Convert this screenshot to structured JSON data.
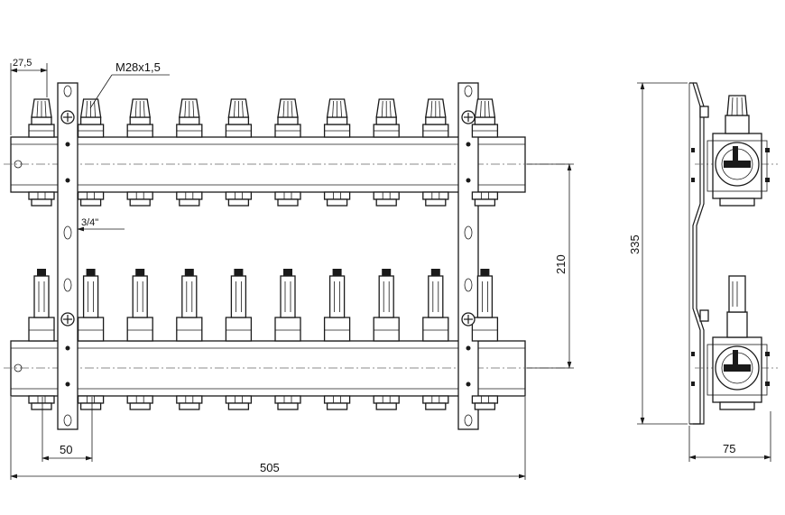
{
  "dimensions": {
    "thread": "M28x1,5",
    "pipe_thread": "3/4\"",
    "edge_offset": "27,5",
    "outlet_pitch": "50",
    "overall_length": "505",
    "header_spacing": "210",
    "overall_height": "335",
    "side_depth": "75"
  },
  "top_manifold": {
    "outlet_count": 10
  },
  "bottom_manifold": {
    "outlet_count": 10
  },
  "colors": {
    "line": "#1a1a1a",
    "background": "#ffffff"
  }
}
